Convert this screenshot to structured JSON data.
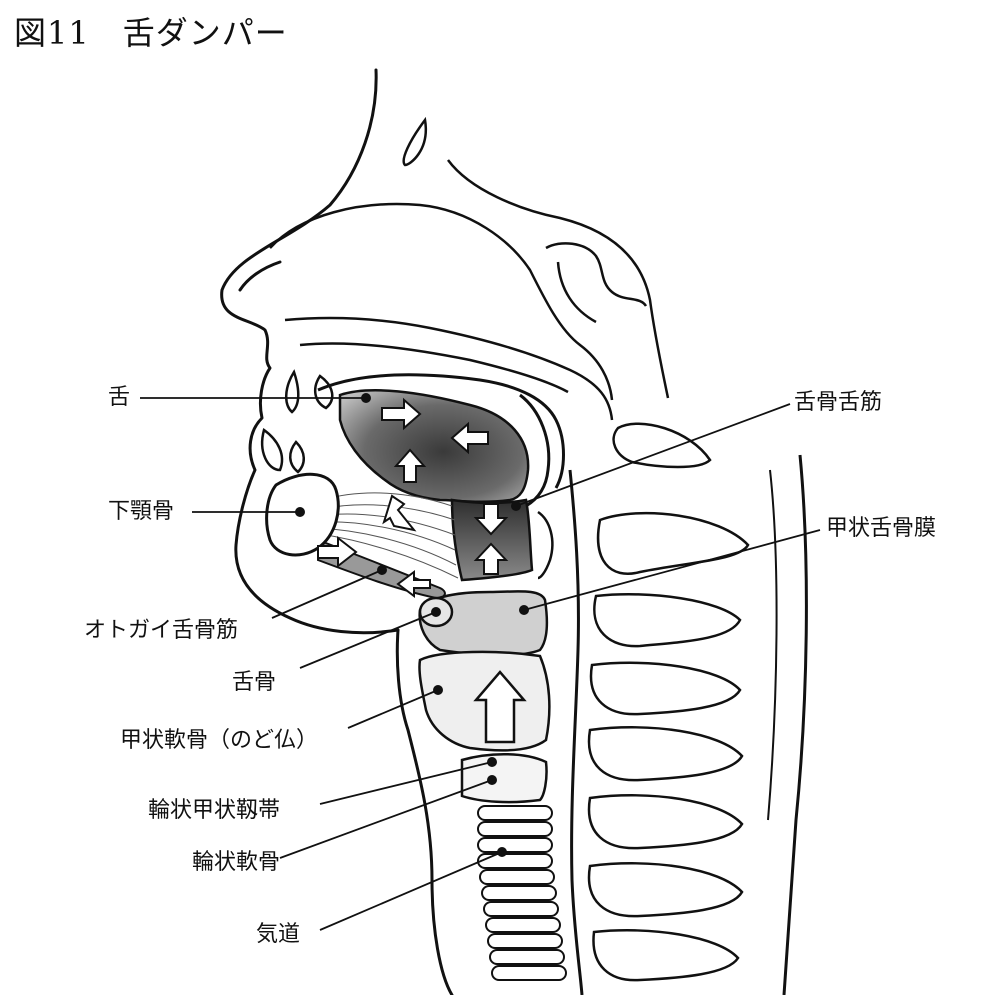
{
  "figure": {
    "title": "図11　舌ダンパー"
  },
  "labels": {
    "tongue": "舌",
    "mandible": "下顎骨",
    "geniohyoid": "オトガイ舌骨筋",
    "hyoid": "舌骨",
    "thyroid_cartilage": "甲状軟骨（のど仏）",
    "cricothyroid_ligament": "輪状甲状靱帯",
    "cricoid_cartilage": "輪状軟骨",
    "trachea": "気道",
    "hyoglossus": "舌骨舌筋",
    "thyrohyoid_membrane": "甲状舌骨膜"
  }
}
